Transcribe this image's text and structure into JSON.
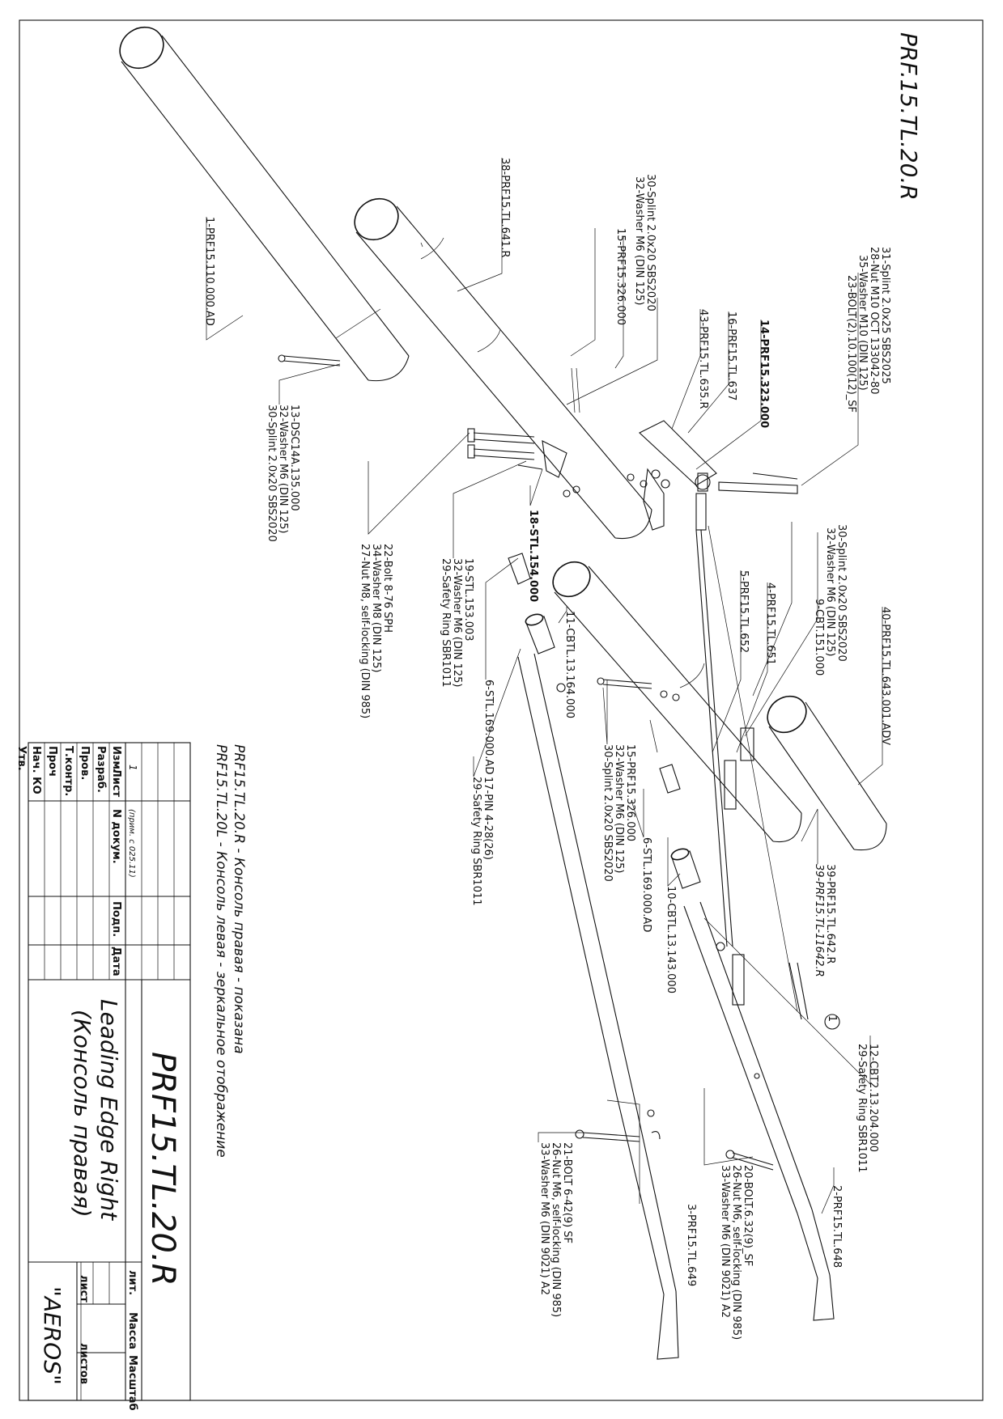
{
  "drawing": {
    "corner_code": "PRF.15.TL.20.R",
    "captions": [
      "PRF15.TL.20.R - Консоль правая - показана",
      "PRF15.TL.20L - Консоль левая - зеркальное отображение"
    ]
  },
  "labels": [
    "1-PRF15.110.000.AD",
    "38-PRF15.TL.641.R",
    "30-Splint 2.0x20 SBS2020",
    "32-Washer M6 (DIN 125)",
    "15-PRF15.326.000",
    "43-PRF15.TL.635.R",
    "16-PRF15.TL.637",
    "14-PRF15.323.000",
    "31-Splint 2.0x25 SBS2025",
    "28-Nut M10 OCT 133042-80",
    "35-Washer M10 (DIN 125)",
    "23-BOLT(2).10.100(12)_SF",
    "13-DSC14A.135.000",
    "32-Washer M6 (DIN 125)",
    "30-Splint 2.0x20 SBS2020",
    "22-Bolt 8-76 SPH",
    "34-Washer M8 (DIN 125)",
    "27-Nut M8, self-locking (DIN 985)",
    "18-STL.154.000",
    "19-STL.153.003",
    "32-Washer M6 (DIN 125)",
    "29-Safety Ring SBR1011",
    "6-STL.169.000.AD",
    "11-CBTL.13.164.000",
    "17-PIN 4-28(26)",
    "29-Safety Ring SBR1011",
    "15-PRF15.326.000",
    "32-Washer M6 (DIN 125)",
    "30-Splint 2.0x20 SBS2020",
    "5-PRF15.TL.652",
    "4-PRF15.TL.651",
    "30-Splint 2.0x20 SBS2020",
    "32-Washer M6 (DIN 125)",
    "9-CBT.151.000",
    "40-PRF15.TL.643.001.ADV",
    "39-PRF15.TL.642.R",
    "39-PRF15.TL-11642.R",
    "6-STL.169.000.AD",
    "10-CBTL.13.143.000",
    "12-CBT2.13.204.000",
    "29-Safety Ring SBR1011",
    "2-PRF15.TL.648",
    "20-BOLT.6.32(9)_SF",
    "26-Nut M6, self-locking (DIN 985)",
    "33-Washer M6 (DIN 9021) A2",
    "3-PRF15.TL.649",
    "21-BOLT 6-42(9) SF",
    "26-Nut M6, self-locking (DIN 985)",
    "33-Washer M6 (DIN 9021) A2"
  ],
  "balloon": "1",
  "title_block": {
    "code": "PRF15.TL.20.R",
    "name_line1": "Leading Edge Right",
    "name_line2": "(Консоль правая)",
    "company": "\"AEROS\"",
    "col_izm": "Изм.",
    "col_list": "Лист",
    "col_ndoc": "N докум.",
    "col_podp": "Подп.",
    "col_data": "Дата",
    "row_razrab": "Разраб.",
    "row_prov": "Пров.",
    "row_tkontr": "Т.контр.",
    "row_proch": "Проч",
    "row_nachko": "Нач. КО",
    "row_utv": "Утв.",
    "lit": "лит.",
    "massa": "Масса",
    "masshtab": "Масштаб",
    "sheet": "лист",
    "sheets": "листов",
    "rev_num": "1",
    "rev_note": "(прим. с 025.11)"
  }
}
